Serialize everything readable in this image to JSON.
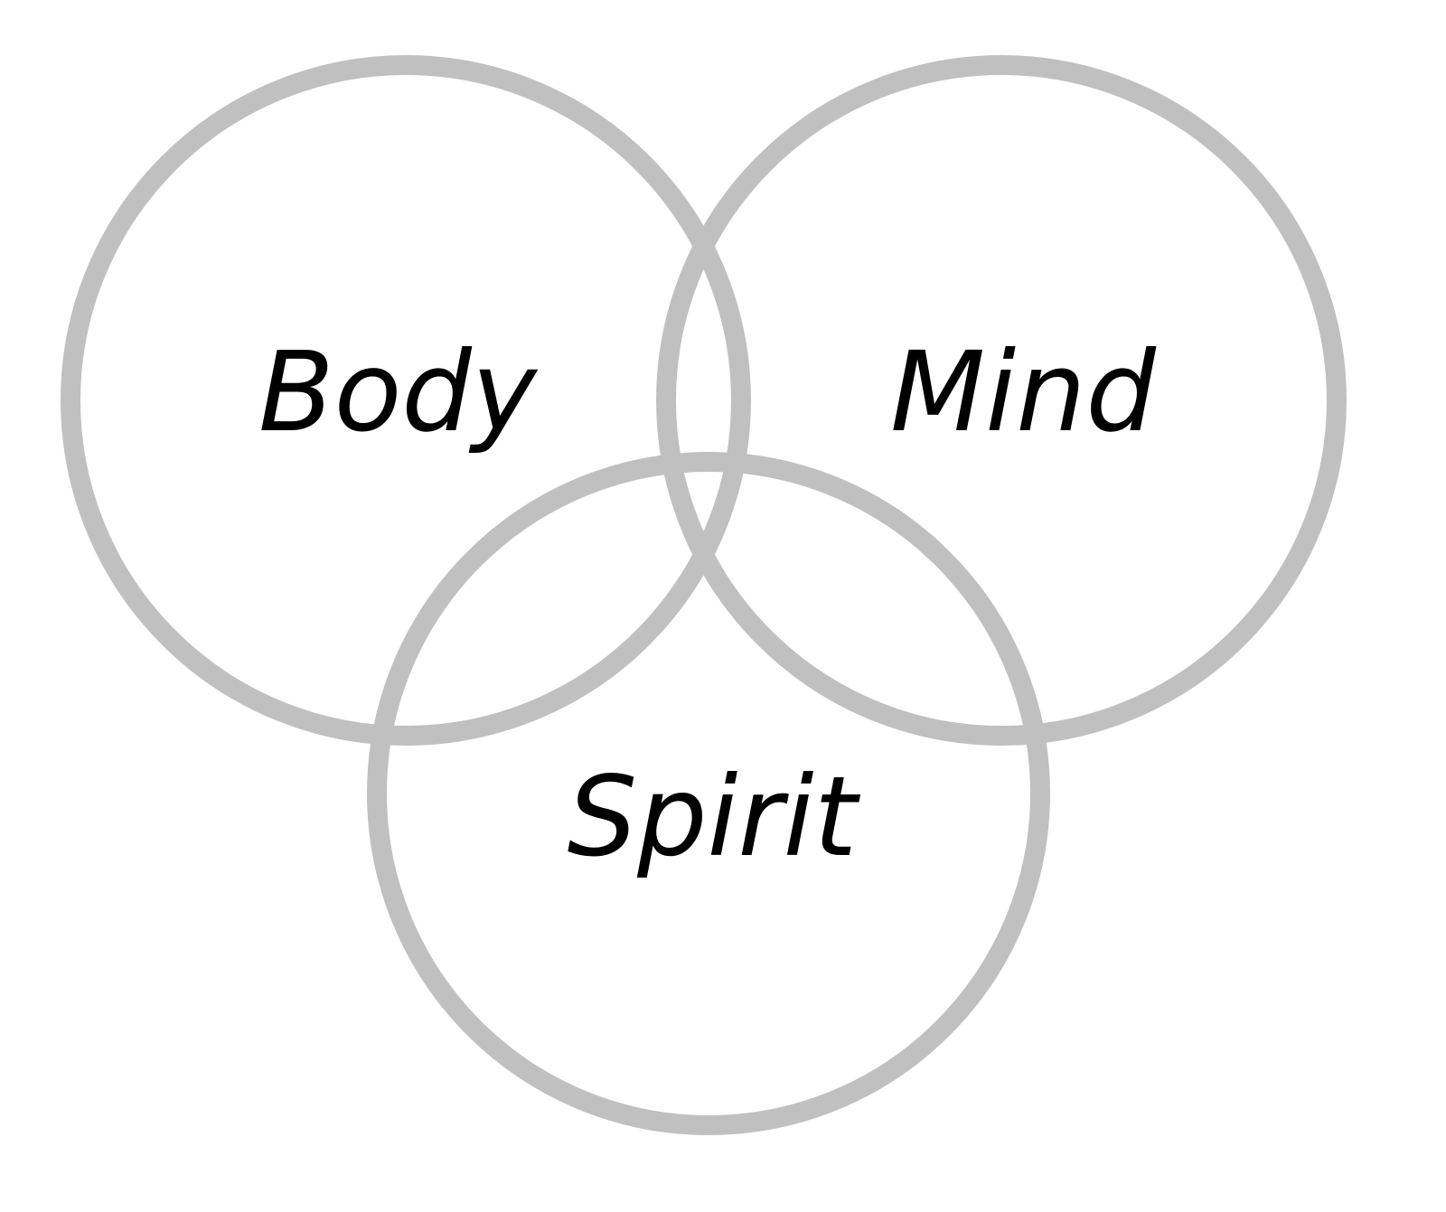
{
  "diagram": {
    "type": "venn",
    "sets": [
      {
        "label": "Body"
      },
      {
        "label": "Mind"
      },
      {
        "label": "Spirit"
      }
    ],
    "colors": {
      "circle_stroke": "#c0c0c0",
      "text": "#000000",
      "background": "#ffffff"
    }
  }
}
